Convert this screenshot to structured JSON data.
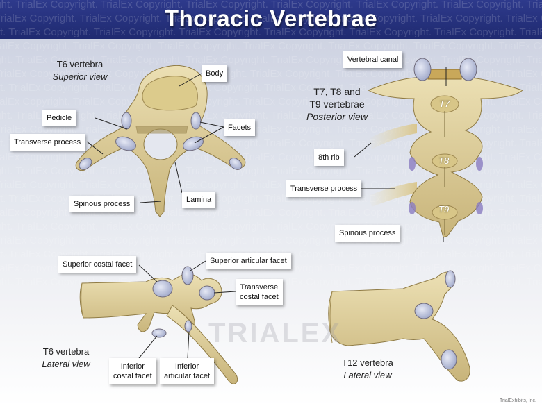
{
  "title": "Thoracic Vertebrae",
  "watermark": "ight. TrialEx Copyright. TrialEx Copyright. TrialEx Copyright. TrialEx Copyright. TrialEx Copyright. TrialEx Copyright. TrialEx Copyright.",
  "brand_mark": "TRIALEX",
  "footer": "TrialExhibits, Inc.",
  "colors": {
    "header": "#24307a",
    "bone": "#e2d3a0",
    "facet": "#c7cde6"
  },
  "views": {
    "superior": {
      "title": "T6 vertebra",
      "subtitle": "Superior view",
      "labels": {
        "body": "Body",
        "pedicle": "Pedicle",
        "facets": "Facets",
        "transverse": "Transverse process",
        "spinous": "Spinous process",
        "lamina": "Lamina"
      }
    },
    "posterior": {
      "title_line1": "T7, T8 and",
      "title_line2": "T9 vertebrae",
      "subtitle": "Posterior view",
      "vertebra_labels": [
        "T7",
        "T8",
        "T9"
      ],
      "labels": {
        "canal": "Vertebral canal",
        "rib": "8th rib",
        "transverse": "Transverse process",
        "spinous": "Spinous process"
      }
    },
    "lateral_t6": {
      "title": "T6 vertebra",
      "subtitle": "Lateral view",
      "labels": {
        "sup_costal": "Superior costal facet",
        "sup_articular": "Superior articular facet",
        "transverse_costal_1": "Transverse",
        "transverse_costal_2": "costal facet",
        "inf_costal_1": "Inferior",
        "inf_costal_2": "costal facet",
        "inf_articular_1": "Inferior",
        "inf_articular_2": "articular facet"
      }
    },
    "lateral_t12": {
      "title": "T12 vertebra",
      "subtitle": "Lateral view"
    }
  }
}
